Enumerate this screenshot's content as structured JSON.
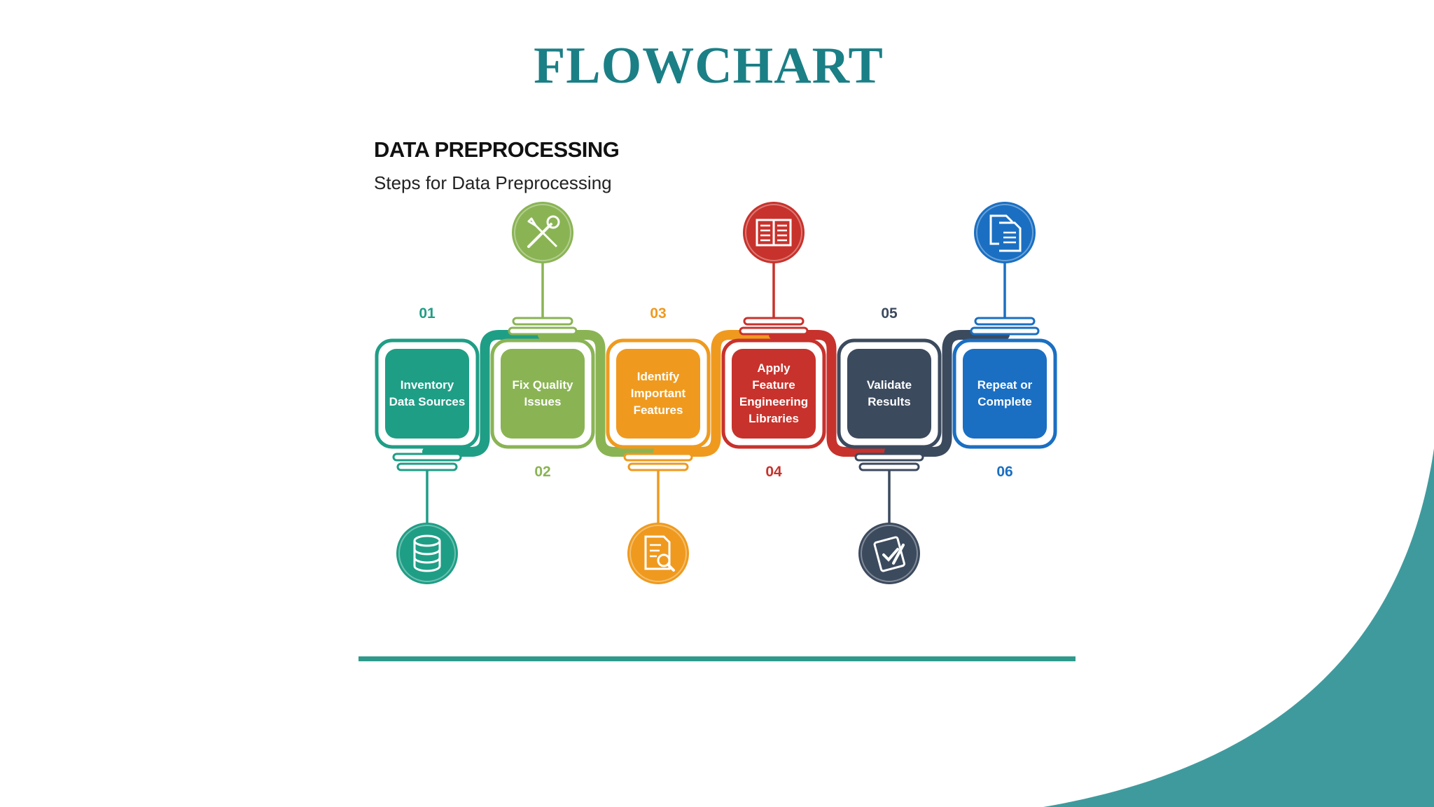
{
  "slide": {
    "title": "FLOWCHART"
  },
  "diagram": {
    "title": "DATA PREPROCESSING",
    "subtitle": "Steps for Data Preprocessing",
    "steps": [
      {
        "number": "01",
        "label": "Inventory Data Sources",
        "color": "#1f9e86",
        "icon": "database-icon",
        "icon_position": "bottom"
      },
      {
        "number": "02",
        "label": "Fix Quality Issues",
        "color": "#8ab454",
        "icon": "wrench-screwdriver-icon",
        "icon_position": "top"
      },
      {
        "number": "03",
        "label": "Identify Important Features",
        "color": "#ef9a1e",
        "icon": "document-search-icon",
        "icon_position": "bottom"
      },
      {
        "number": "04",
        "label": "Apply Feature Engineering Libraries",
        "color": "#c8322c",
        "icon": "book-icon",
        "icon_position": "top"
      },
      {
        "number": "05",
        "label": "Validate Results",
        "color": "#3c4a5e",
        "icon": "clipboard-check-icon",
        "icon_position": "bottom"
      },
      {
        "number": "06",
        "label": "Repeat or Complete",
        "color": "#1a6fc2",
        "icon": "documents-icon",
        "icon_position": "top"
      }
    ]
  },
  "colors": {
    "title": "#1b7f86",
    "accent_swoosh": "#3f9a9d",
    "rule": "#2f9a8c"
  }
}
